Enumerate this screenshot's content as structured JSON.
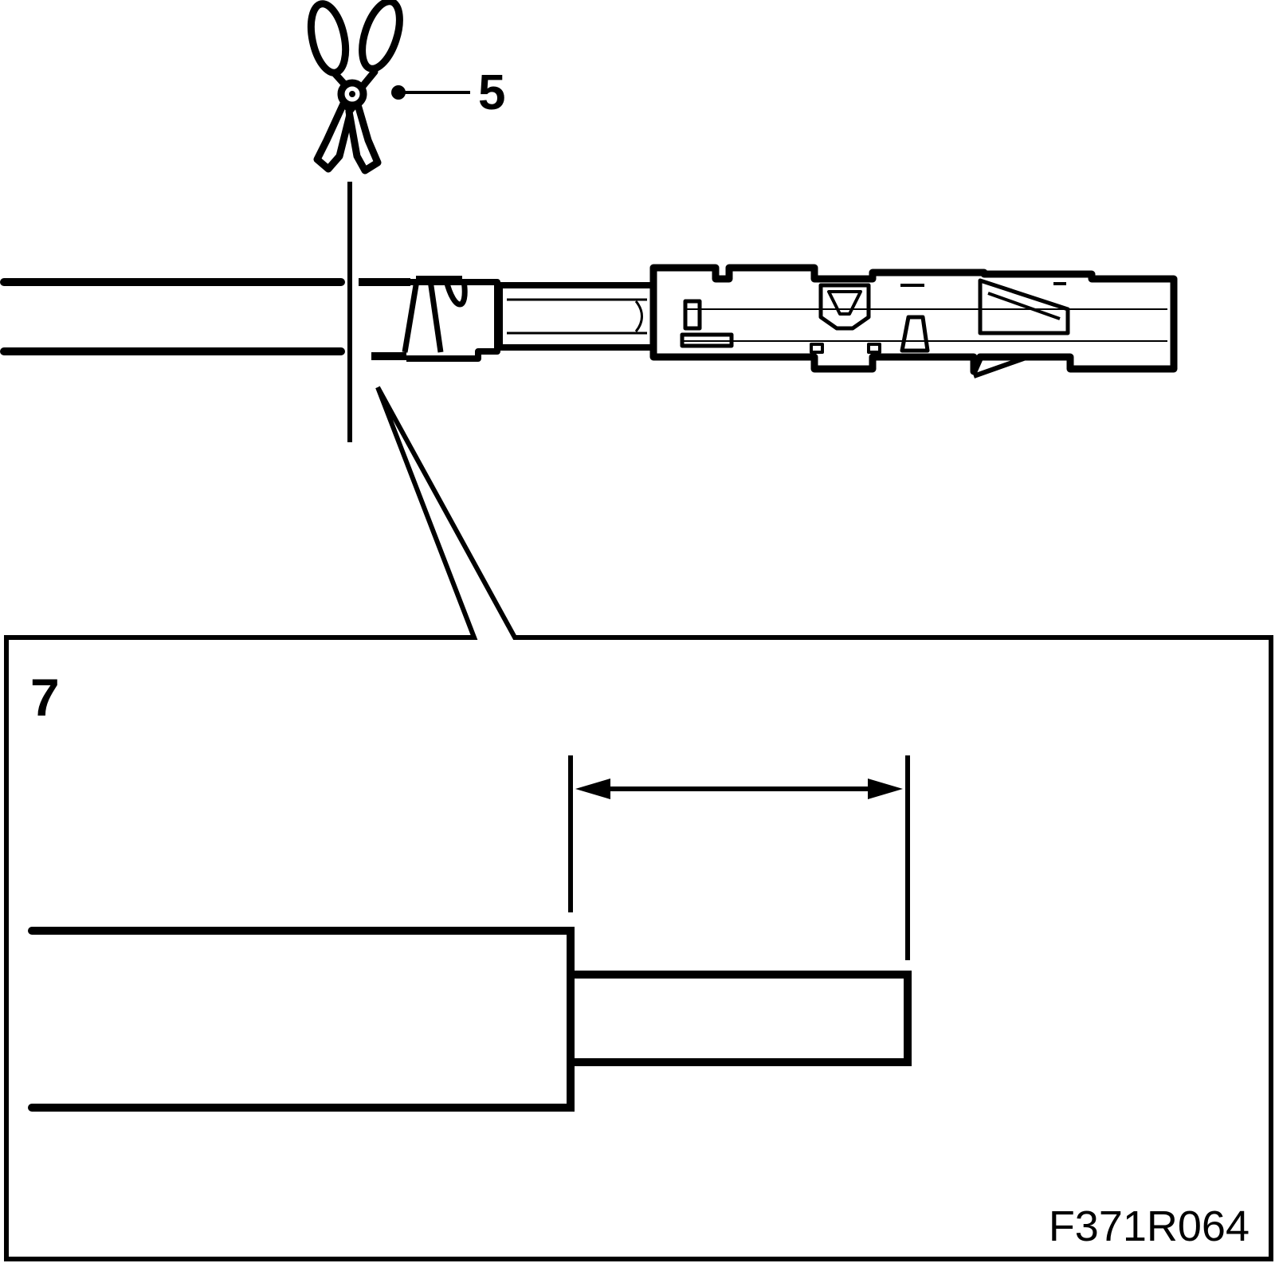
{
  "callouts": {
    "tool_number": "5",
    "detail_number": "7"
  },
  "figure_code": "F371R064",
  "icons": {
    "tool": "scissors-icon"
  },
  "colors": {
    "line": "#000000",
    "background": "#ffffff"
  }
}
